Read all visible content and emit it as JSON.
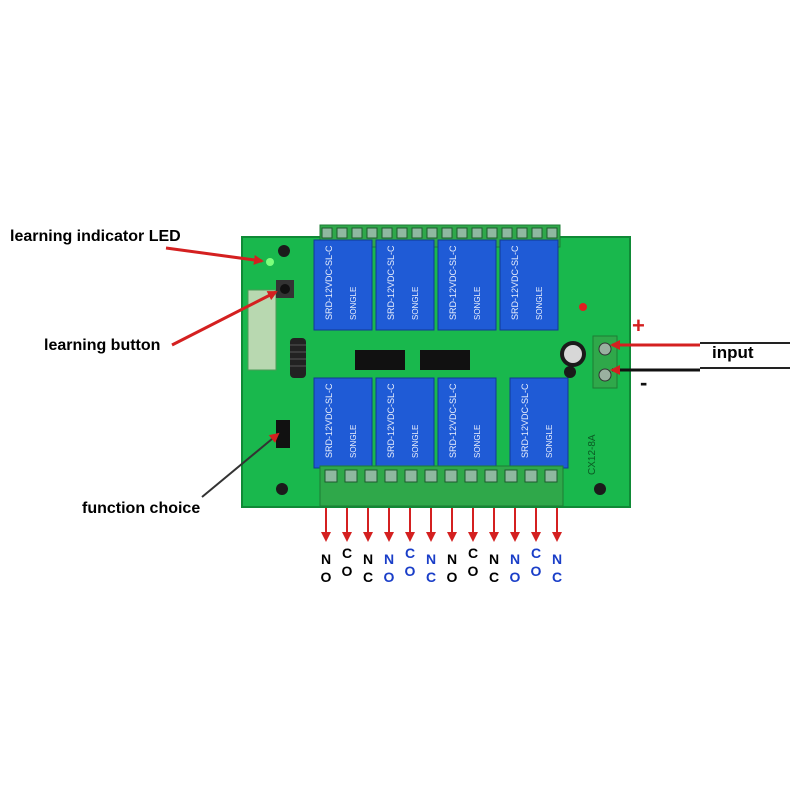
{
  "labels": {
    "learning_led": "learning indicator LED",
    "learning_button": "learning button",
    "function_choice": "function choice",
    "input": "input",
    "plus": "+",
    "minus": "-"
  },
  "board": {
    "model_text": "CX12-8A",
    "relay_text": "SRD-12VDC-SL-C",
    "relay_brand": "SONGLE"
  },
  "colors": {
    "board": "#19b84d",
    "relay": "#1f5bd6",
    "terminal": "#2fa84a",
    "arrow": "#d42020",
    "no_color": "#1a3ec8",
    "nc_color": "#000000"
  },
  "terminals": [
    {
      "top": "N",
      "bottom": "O",
      "color": "#000000"
    },
    {
      "top": "C",
      "bottom": "O",
      "color": "#000000"
    },
    {
      "top": "N",
      "bottom": "C",
      "color": "#000000"
    },
    {
      "top": "N",
      "bottom": "O",
      "color": "#1a3ec8"
    },
    {
      "top": "C",
      "bottom": "O",
      "color": "#1a3ec8"
    },
    {
      "top": "N",
      "bottom": "C",
      "color": "#1a3ec8"
    },
    {
      "top": "N",
      "bottom": "O",
      "color": "#000000"
    },
    {
      "top": "C",
      "bottom": "O",
      "color": "#000000"
    },
    {
      "top": "N",
      "bottom": "C",
      "color": "#000000"
    },
    {
      "top": "N",
      "bottom": "O",
      "color": "#1a3ec8"
    },
    {
      "top": "C",
      "bottom": "O",
      "color": "#1a3ec8"
    },
    {
      "top": "N",
      "bottom": "C",
      "color": "#1a3ec8"
    }
  ]
}
